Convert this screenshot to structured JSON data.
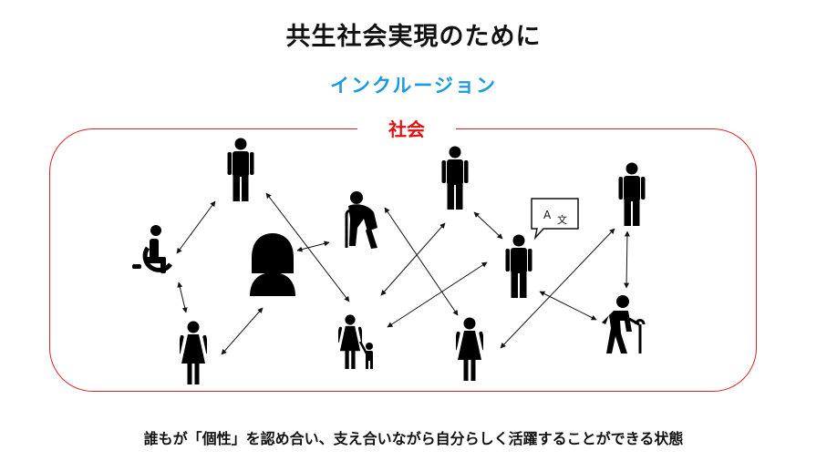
{
  "title": "共生社会実現のために",
  "subtitle": "インクルージョン",
  "society_label": "社会",
  "footer": "誰もが「個性」を認め合い、支え合いながら自分らしく活躍することができる状態",
  "translation_bubble": {
    "left_char": "A",
    "right_char": "文"
  },
  "colors": {
    "accent": "#1a9be0",
    "society": "#e01010",
    "ink": "#111111"
  },
  "people": [
    {
      "id": "man-top-left",
      "icon": "man-icon"
    },
    {
      "id": "wheelchair-user",
      "icon": "wheelchair-icon"
    },
    {
      "id": "person-with-bob-hair",
      "icon": "person-bust-icon"
    },
    {
      "id": "woman-bottom-left",
      "icon": "woman-icon"
    },
    {
      "id": "elderly-with-cane",
      "icon": "elderly-cane-icon"
    },
    {
      "id": "parent-and-child",
      "icon": "parent-child-icon"
    },
    {
      "id": "man-top-center",
      "icon": "man-icon"
    },
    {
      "id": "woman-bottom-center",
      "icon": "woman-icon"
    },
    {
      "id": "foreign-language-speaker",
      "icon": "man-with-translation-icon"
    },
    {
      "id": "man-top-right",
      "icon": "man-icon"
    },
    {
      "id": "senior-walking-with-cane",
      "icon": "senior-walking-icon"
    }
  ]
}
